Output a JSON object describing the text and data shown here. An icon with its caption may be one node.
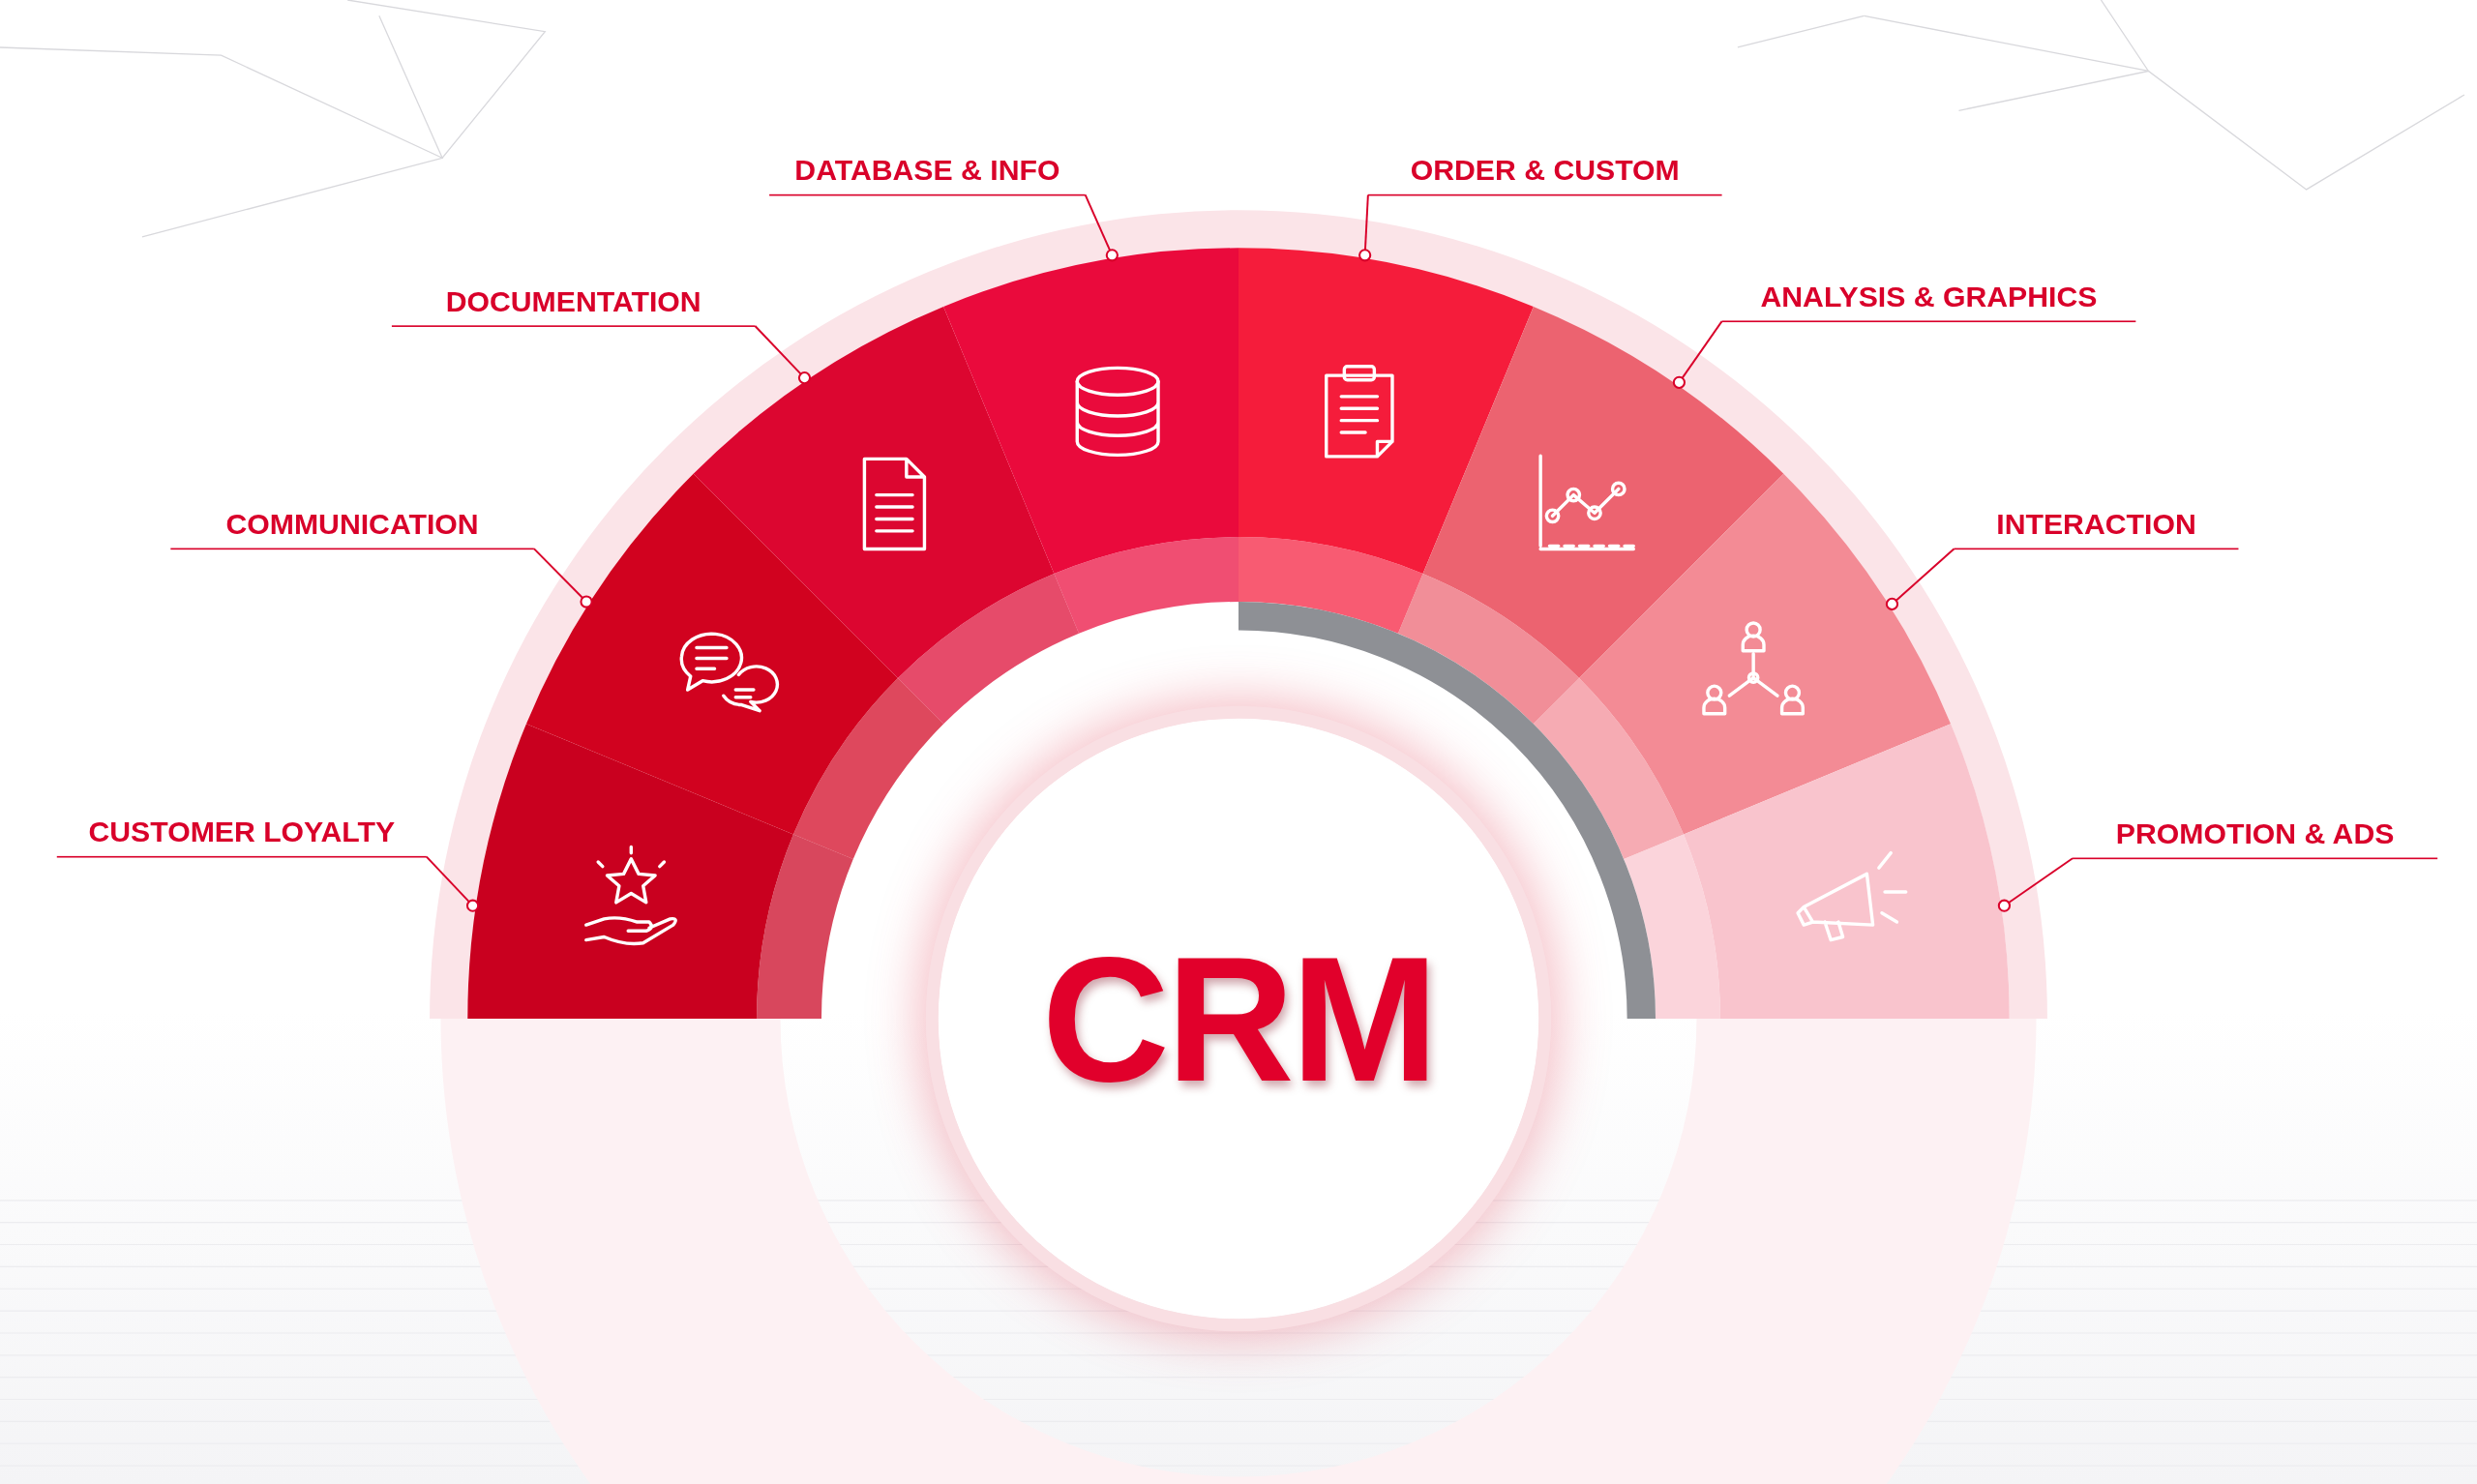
{
  "diagram": {
    "nodes": [
      {
        "text": [
          "CUSTOMER LOYALTY"
        ]
      },
      {
        "text": [
          "COMMUNICATION"
        ]
      },
      {
        "text": [
          "DOCUMENTATION"
        ]
      },
      {
        "text": [
          "DATABASE & INFO"
        ]
      },
      {
        "text": [
          "ORDER & CUSTOM"
        ]
      },
      {
        "text": [
          "ANALYSIS & GRAPHICS"
        ]
      },
      {
        "text": [
          "INTERACTION"
        ]
      },
      {
        "text": [
          "PROMOTION & ADS"
        ]
      },
      {
        "text": [],
        "shape": "sector"
      },
      {
        "text": [],
        "shape": "sector"
      },
      {
        "text": [],
        "shape": "sector"
      },
      {
        "text": [],
        "shape": "sector"
      },
      {
        "text": [],
        "shape": "sector"
      },
      {
        "text": [],
        "shape": "sector"
      },
      {
        "text": [],
        "shape": "sector"
      },
      {
        "text": [],
        "shape": "sector"
      },
      {
        "text": [
          "CRM"
        ]
      }
    ],
    "edges": [
      {
        "from": 0,
        "to": 8,
        "arrow": "other"
      },
      {
        "from": 1,
        "to": 9,
        "arrow": "other"
      },
      {
        "from": 2,
        "to": 10,
        "arrow": "other"
      },
      {
        "from": 3,
        "to": 11,
        "arrow": "other"
      },
      {
        "from": 4,
        "to": 12,
        "arrow": "other"
      },
      {
        "from": 5,
        "to": 13,
        "arrow": "other"
      },
      {
        "from": 6,
        "to": 14,
        "arrow": "other"
      },
      {
        "from": 7,
        "to": 15,
        "arrow": "other"
      }
    ]
  }
}
